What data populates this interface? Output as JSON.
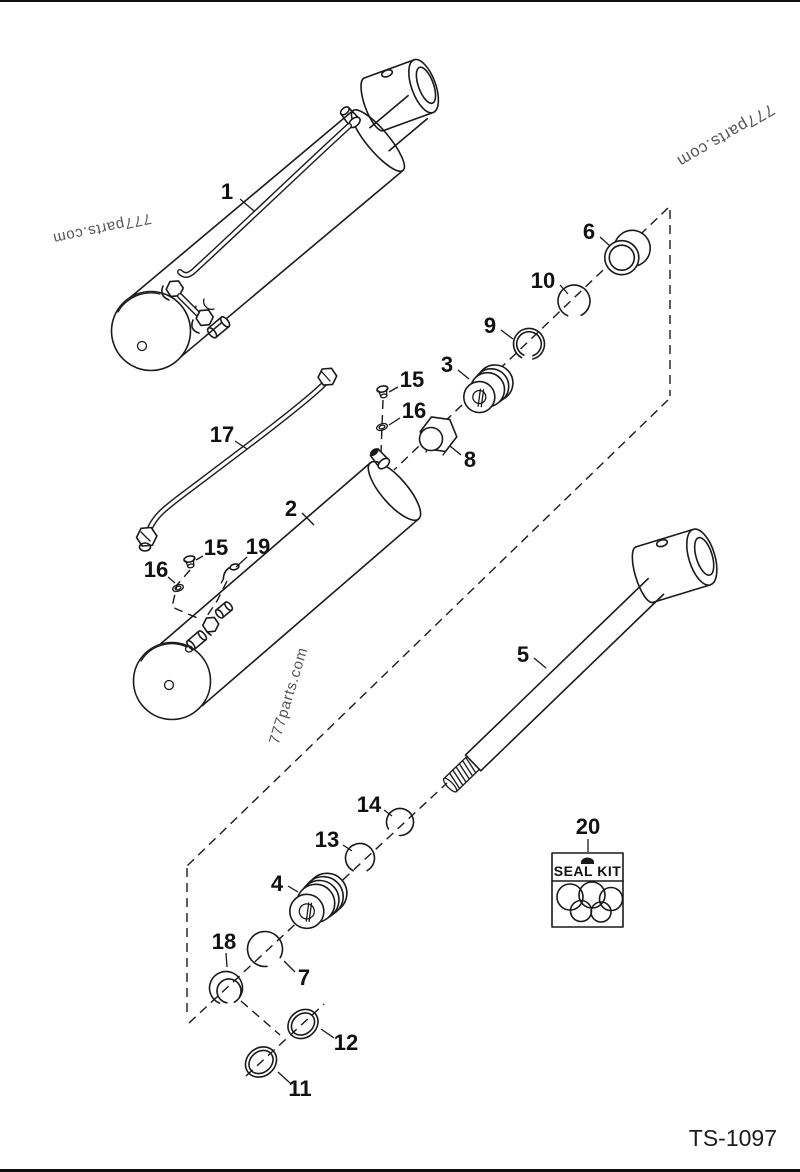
{
  "page": {
    "background": "#ffffff",
    "ink_color": "#1a1a1a",
    "watermark_color": "#555555",
    "watermark_text": "777parts.com",
    "drawing_number": "TS-1097"
  },
  "diagram": {
    "description": "Hydraulic cylinder exploded parts view",
    "seal_kit_label": "SEAL KIT",
    "labels": {
      "p1": "1",
      "p2": "2",
      "p3": "3",
      "p4": "4",
      "p5": "5",
      "p6": "6",
      "p7": "7",
      "p8": "8",
      "p9": "9",
      "p10": "10",
      "p11": "11",
      "p12": "12",
      "p13": "13",
      "p14": "14",
      "p15": "15",
      "p16": "16",
      "p17": "17",
      "p18": "18",
      "p19": "19",
      "p20": "20"
    }
  }
}
